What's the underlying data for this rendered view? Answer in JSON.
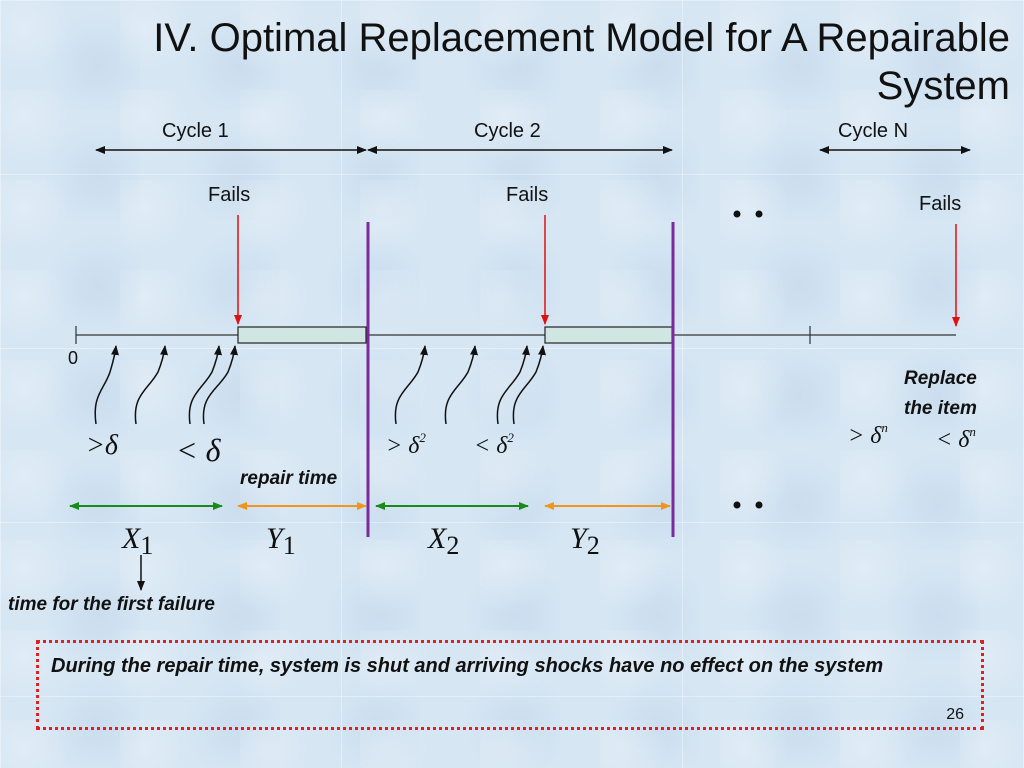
{
  "title": {
    "line1": "IV. Optimal Replacement Model for A Repairable",
    "line2": "System"
  },
  "cycles": [
    "Cycle 1",
    "Cycle 2",
    "Cycle N"
  ],
  "fails_label": "Fails",
  "origin_label": "0",
  "replace_label": {
    "line1": "Replace",
    "line2": "the item"
  },
  "repair_time_label": "repair time",
  "first_failure_label": "time for the first failure",
  "shock_labels": {
    "gt1": "δ",
    "lt1": "δ",
    "gt2": "δ",
    "gt2_exp": "2",
    "lt2": "δ",
    "lt2_exp": "2",
    "gtn": "δ",
    "gtn_exp": "n",
    "ltn": "δ",
    "ltn_exp": "n"
  },
  "variables": {
    "x1": {
      "sym": "X",
      "sub": "1"
    },
    "y1": {
      "sym": "Y",
      "sub": "1"
    },
    "x2": {
      "sym": "X",
      "sub": "2"
    },
    "y2": {
      "sym": "Y",
      "sub": "2"
    }
  },
  "note": "During the repair time, system is shut and arriving shocks have no effect on the system",
  "page_number": "26",
  "colors": {
    "fail_arrow": "#e01010",
    "cycle_divider": "#7a2a9a",
    "interval_x": "#1a8a1a",
    "interval_y": "#f0961e",
    "repair_box": "#cfe6e2",
    "note_border": "#e02020"
  }
}
